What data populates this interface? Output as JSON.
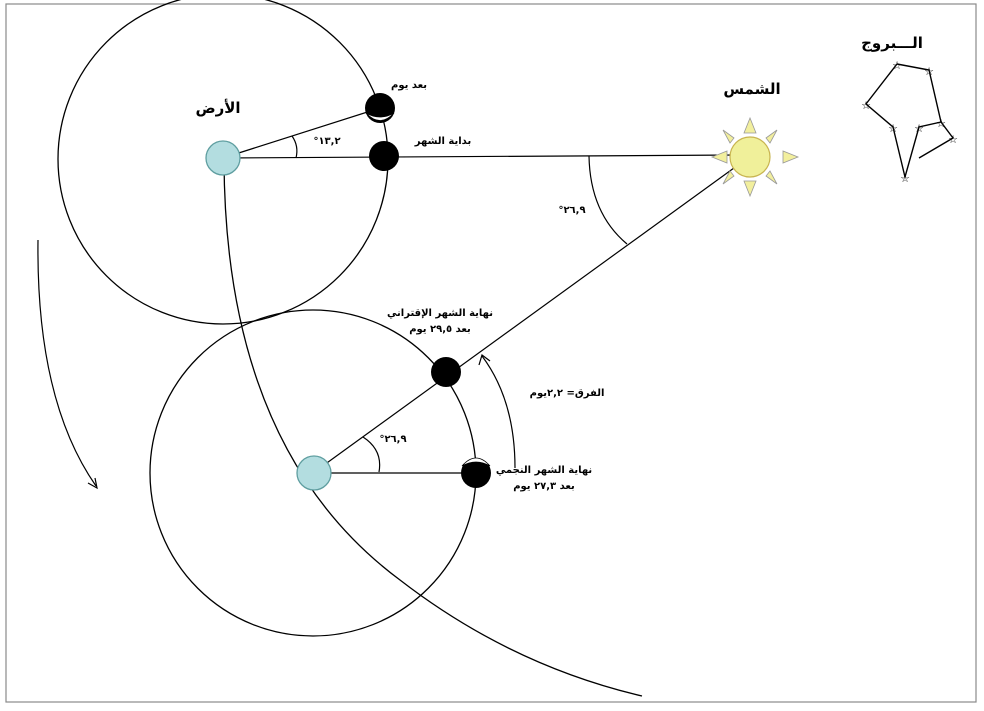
{
  "labels": {
    "earth": "الأرض",
    "sun": "الشمس",
    "zodiac": "الـــبروج",
    "after_day": "بعد يوم",
    "month_start": "بداية الشهر",
    "angle_small": "°١٣,٢",
    "angle_sun": "°٢٦,٩",
    "synodic_line1": "نهاية الشهر الإقتراني",
    "synodic_line2": "بعد ٢٩,٥ يوم",
    "difference": "الفرق=  ٢,٢يوم",
    "angle_lower": "°٢٦,٩",
    "sidereal_line1": "نهاية الشهر النجمي",
    "sidereal_line2": "بعد ٢٧,٣ يوم"
  },
  "colors": {
    "earth_fill": "#b3dde0",
    "earth_stroke": "#5f9ea0",
    "sun_core": "#f0f09a",
    "sun_core_stroke": "#c8b450",
    "sun_ray": "#f2ef9e",
    "moon_fill": "#000000",
    "line": "#000000",
    "border": "#8a8a8a"
  }
}
